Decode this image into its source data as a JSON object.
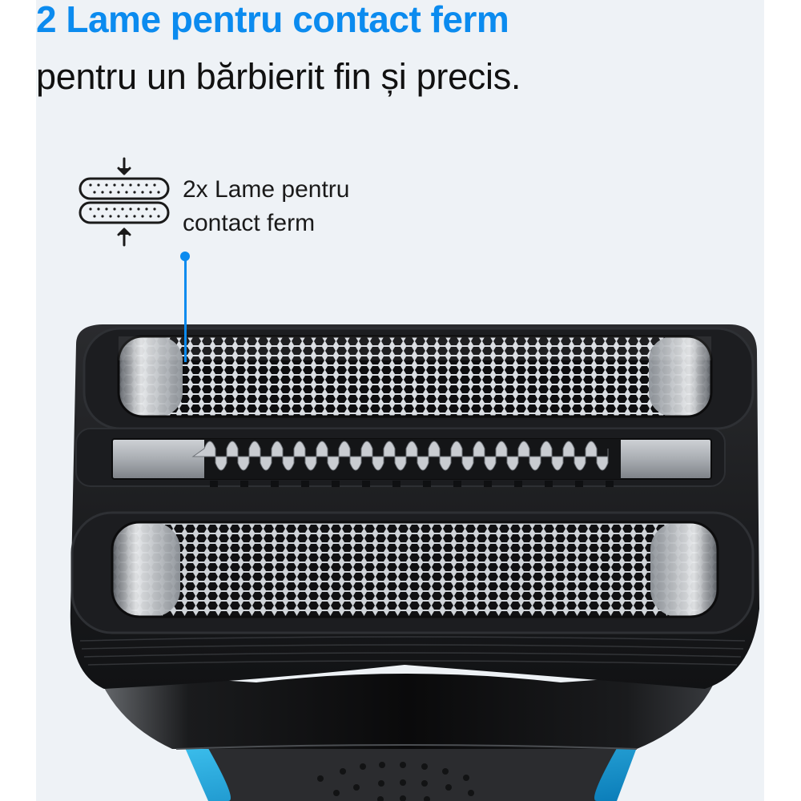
{
  "headline": {
    "title": "2 Lame pentru contact ferm",
    "subtitle": "pentru un bărbierit fin și precis."
  },
  "feature": {
    "icon": "double-foil-compress-icon",
    "label_line1": "2x Lame pentru",
    "label_line2": "contact ferm"
  },
  "callout": {
    "target": "upper-foil"
  },
  "product_image": {
    "subject": "shaver-head-closeup",
    "parts": [
      "upper-foil",
      "middle-trimmer",
      "lower-foil",
      "shaver-body"
    ]
  },
  "colors": {
    "accent": "#0b8bef",
    "panel_background": "#eef2f6",
    "text": "#111111",
    "body_blue_trim": "#1aa3d9"
  }
}
